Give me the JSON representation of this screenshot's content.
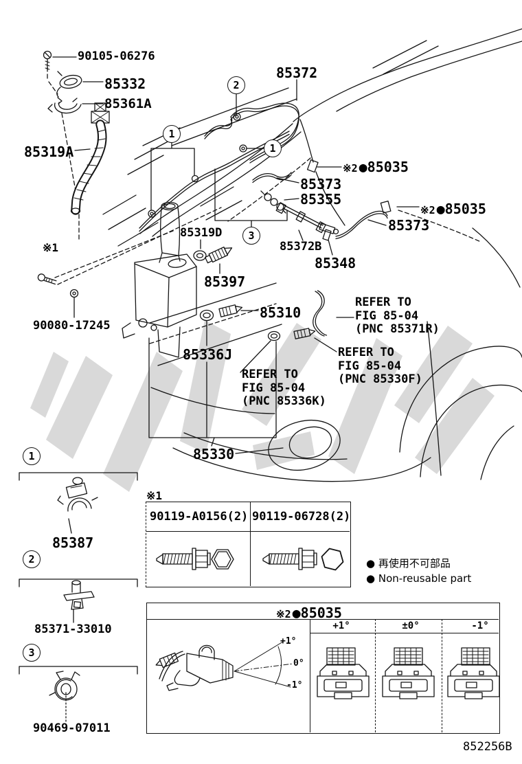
{
  "figure": {
    "code": "852256B"
  },
  "callouts": {
    "c1": "1",
    "c2": "2",
    "c3": "3"
  },
  "flags": {
    "star1": "※1",
    "star2": "※2"
  },
  "parts": {
    "p90105_06276": "90105-06276",
    "p85332": "85332",
    "p85361A": "85361A",
    "p85319A": "85319A",
    "p85372": "85372",
    "p85035": "●85035",
    "p85373": "85373",
    "p85355": "85355",
    "p85319D": "85319D",
    "p85372B": "85372B",
    "p85348": "85348",
    "p85397": "85397",
    "p90080_17245": "90080-17245",
    "p85310": "85310",
    "p85336J": "85336J",
    "p85330": "85330",
    "p85387": "85387",
    "p85371_33010": "85371-33010",
    "p90469_07011": "90469-07011"
  },
  "refer_notes": {
    "r85371R": {
      "l1": "REFER TO",
      "l2": "FIG 85-04",
      "l3": "(PNC 85371R)"
    },
    "r85330F": {
      "l1": "REFER TO",
      "l2": "FIG 85-04",
      "l3": "(PNC 85330F)"
    },
    "r85336K": {
      "l1": "REFER TO",
      "l2": "FIG 85-04",
      "l3": "(PNC 85336K)"
    }
  },
  "bolt_table": {
    "flag": "※1",
    "col1": "90119-A0156(2)",
    "col2": "90119-06728(2)"
  },
  "notes": {
    "bullet": "●",
    "jp": "再使用不可部品",
    "en": "Non-reusable part"
  },
  "nozzle_table": {
    "flag": "※2",
    "part": "●85035",
    "col1": "+1°",
    "col2": "±0°",
    "col3": "-1°",
    "spray_up": "+1°",
    "spray_mid": "0°",
    "spray_down": "-1°"
  }
}
